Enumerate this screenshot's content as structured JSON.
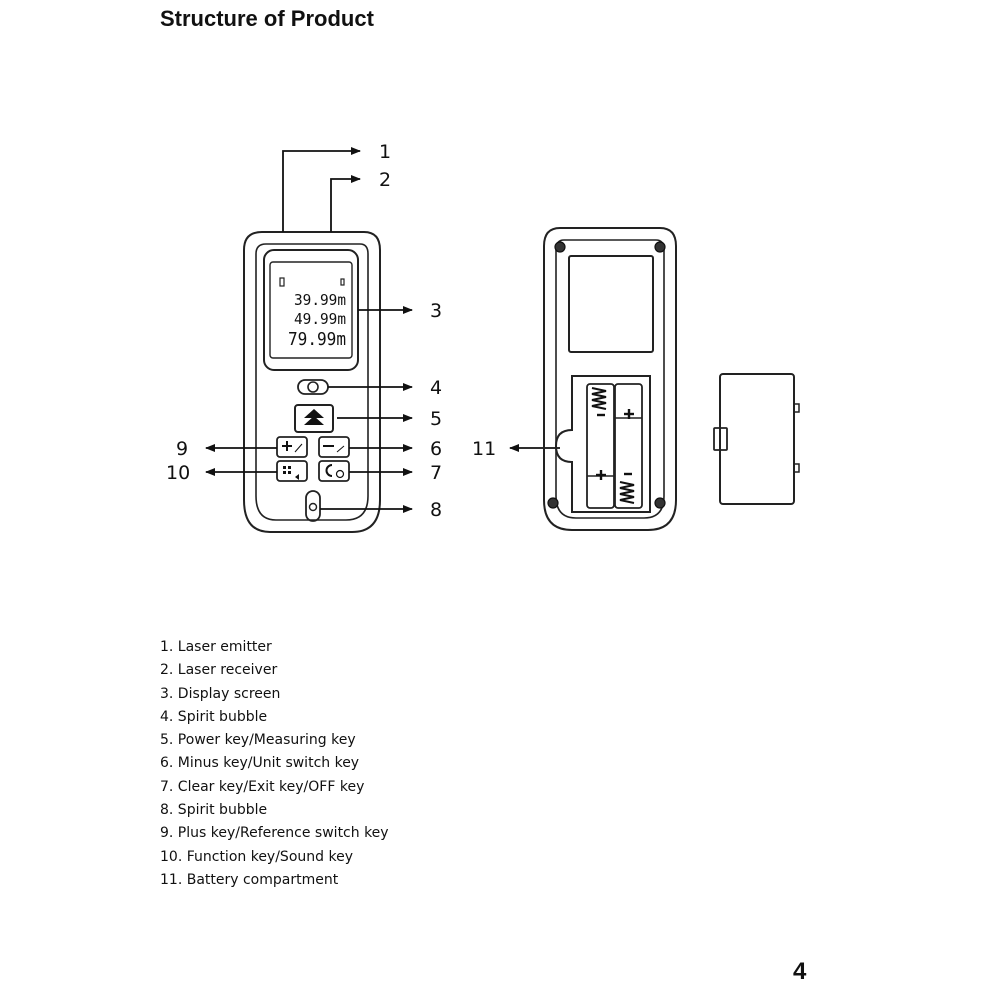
{
  "page": {
    "title": "Structure of Product",
    "page_number": "4"
  },
  "display": {
    "line1": "39.99m",
    "line2": "49.99m",
    "line3": "79.99m"
  },
  "callouts": [
    "1",
    "2",
    "3",
    "4",
    "5",
    "6",
    "7",
    "8",
    "9",
    "10",
    "11"
  ],
  "parts": [
    "1. Laser emitter",
    "2. Laser receiver",
    "3. Display screen",
    "4. Spirit bubble",
    "5. Power key/Measuring key",
    "6. Minus key/Unit switch key",
    "7. Clear key/Exit key/OFF key",
    "8. Spirit bubble",
    "9. Plus key/Reference switch key",
    "10. Function key/Sound key",
    "11. Battery compartment"
  ],
  "icons": {
    "power_key": "up-arrow-icon",
    "plus_key": "plus-icon",
    "minus_key": "minus-icon",
    "function_key": "grid-icon",
    "clear_key": "clear-icon",
    "spring": "spring-icon",
    "screw": "screw-icon"
  }
}
